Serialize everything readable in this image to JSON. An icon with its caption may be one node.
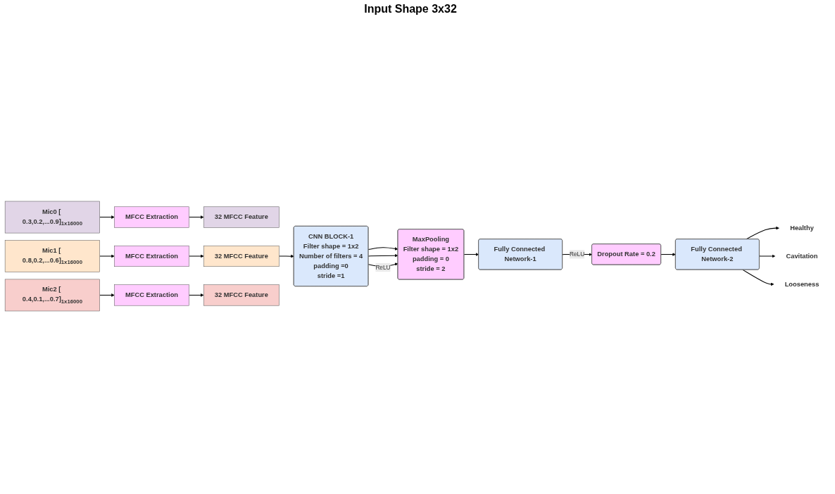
{
  "diagram": {
    "nodes": [
      {
        "text": [
          "Mic0 [ 0.3,0.2,...0.9]$_{1x16000}$"
        ]
      },
      {
        "text": [
          "Mic1 [ 0.8,0.2,...0.6]$_{1x16000}$"
        ]
      },
      {
        "text": [
          "Mic2 [ 0.4,0.1,...0.7]$_{1x16000}$"
        ]
      },
      {
        "text": [
          "MFCC Extraction"
        ]
      },
      {
        "text": [
          "MFCC Extraction"
        ]
      },
      {
        "text": [
          "MFCC Extraction"
        ]
      },
      {
        "text": [
          "32 MFCC Feature"
        ]
      },
      {
        "text": [
          "32 MFCC Feature"
        ]
      },
      {
        "text": [
          "32 MFCC Feature"
        ]
      },
      {
        "text": [
          "CNN BLOCK-1",
          "Filter shape = 1x2",
          "Number of filters = 4",
          "padding =0",
          "stride =1"
        ]
      },
      {
        "text": [
          "MaxPooling",
          "Filter shape = 1x2",
          "padding = 0",
          "stride = 2"
        ]
      },
      {
        "text": [
          "Fully Connected Network-1"
        ]
      },
      {
        "text": [
          "Dropout Rate = 0.2"
        ]
      },
      {
        "text": [
          "Fully Connected Network-2"
        ]
      },
      {
        "text": [
          "Healthy"
        ]
      },
      {
        "text": [
          "Cavitation"
        ]
      },
      {
        "text": [
          "Looseness"
        ]
      }
    ],
    "edges": [
      {
        "from": 0,
        "to": 3,
        "arrow": "to"
      },
      {
        "from": 1,
        "to": 4,
        "arrow": "to"
      },
      {
        "from": 2,
        "to": 5,
        "arrow": "to"
      },
      {
        "from": 3,
        "to": 6,
        "arrow": "to"
      },
      {
        "from": 4,
        "to": 7,
        "arrow": "to"
      },
      {
        "from": 5,
        "to": 8,
        "arrow": "to"
      },
      {
        "from": 7,
        "to": 9,
        "arrow": "to"
      },
      {
        "from": 9,
        "to": 10,
        "arrow": "to"
      },
      {
        "from": 9,
        "to": 10,
        "arrow": "to"
      },
      {
        "from": 9,
        "to": 10,
        "arrow": "to",
        "label": "ReLU"
      },
      {
        "from": 10,
        "to": 11,
        "arrow": "to"
      },
      {
        "from": 11,
        "to": 12,
        "arrow": "to",
        "label": "ReLU"
      },
      {
        "from": 12,
        "to": 13,
        "arrow": "to"
      },
      {
        "from": 13,
        "to": 14,
        "arrow": "to"
      },
      {
        "from": 13,
        "to": 15,
        "arrow": "to"
      },
      {
        "from": 13,
        "to": 16,
        "arrow": "to"
      }
    ],
    "labels": [
      "Input Shape 3x32"
    ]
  }
}
